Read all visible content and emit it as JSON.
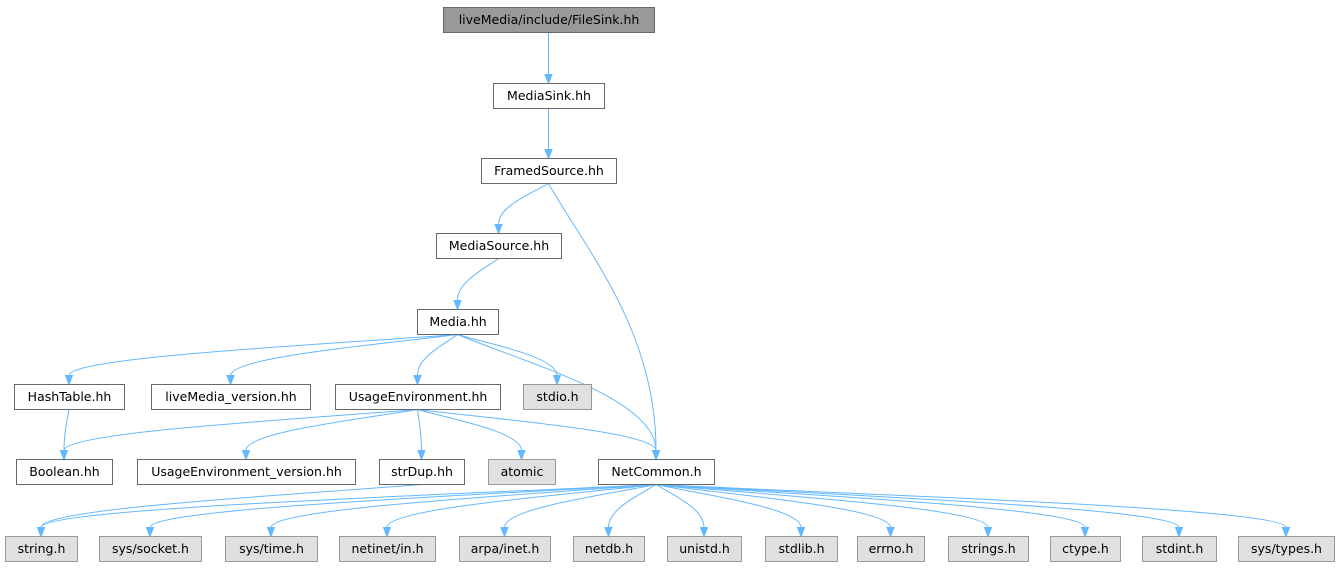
{
  "diagram": {
    "kind": "include-dependency-graph",
    "colors": {
      "edge": "#63b8ff",
      "root_fill": "#999999",
      "root_border": "#666666",
      "header_fill": "#ffffff",
      "header_border": "#666666",
      "system_fill": "#e0e0e0",
      "system_border": "#999999"
    },
    "nodes": [
      {
        "id": "filesink",
        "label": "liveMedia/include/FileSink.hh",
        "kind": "root"
      },
      {
        "id": "mediasink",
        "label": "MediaSink.hh",
        "kind": "header"
      },
      {
        "id": "framedsource",
        "label": "FramedSource.hh",
        "kind": "header"
      },
      {
        "id": "mediasource",
        "label": "MediaSource.hh",
        "kind": "header"
      },
      {
        "id": "media",
        "label": "Media.hh",
        "kind": "header"
      },
      {
        "id": "hashtable",
        "label": "HashTable.hh",
        "kind": "header"
      },
      {
        "id": "livemedia_version",
        "label": "liveMedia_version.hh",
        "kind": "header"
      },
      {
        "id": "usageenv",
        "label": "UsageEnvironment.hh",
        "kind": "header"
      },
      {
        "id": "stdio",
        "label": "stdio.h",
        "kind": "system"
      },
      {
        "id": "boolean",
        "label": "Boolean.hh",
        "kind": "header"
      },
      {
        "id": "usageenv_version",
        "label": "UsageEnvironment_version.hh",
        "kind": "header"
      },
      {
        "id": "strdup",
        "label": "strDup.hh",
        "kind": "header"
      },
      {
        "id": "atomic",
        "label": "atomic",
        "kind": "system"
      },
      {
        "id": "netcommon",
        "label": "NetCommon.h",
        "kind": "header"
      },
      {
        "id": "string",
        "label": "string.h",
        "kind": "system"
      },
      {
        "id": "syssocket",
        "label": "sys/socket.h",
        "kind": "system"
      },
      {
        "id": "systime",
        "label": "sys/time.h",
        "kind": "system"
      },
      {
        "id": "netinetin",
        "label": "netinet/in.h",
        "kind": "system"
      },
      {
        "id": "arpainet",
        "label": "arpa/inet.h",
        "kind": "system"
      },
      {
        "id": "netdb",
        "label": "netdb.h",
        "kind": "system"
      },
      {
        "id": "unistd",
        "label": "unistd.h",
        "kind": "system"
      },
      {
        "id": "stdlib",
        "label": "stdlib.h",
        "kind": "system"
      },
      {
        "id": "errno",
        "label": "errno.h",
        "kind": "system"
      },
      {
        "id": "strings",
        "label": "strings.h",
        "kind": "system"
      },
      {
        "id": "ctype",
        "label": "ctype.h",
        "kind": "system"
      },
      {
        "id": "stdint",
        "label": "stdint.h",
        "kind": "system"
      },
      {
        "id": "systypes",
        "label": "sys/types.h",
        "kind": "system"
      }
    ],
    "edges": [
      [
        "filesink",
        "mediasink"
      ],
      [
        "mediasink",
        "framedsource"
      ],
      [
        "framedsource",
        "mediasource"
      ],
      [
        "framedsource",
        "netcommon"
      ],
      [
        "mediasource",
        "media"
      ],
      [
        "media",
        "hashtable"
      ],
      [
        "media",
        "livemedia_version"
      ],
      [
        "media",
        "usageenv"
      ],
      [
        "media",
        "stdio"
      ],
      [
        "media",
        "netcommon"
      ],
      [
        "hashtable",
        "boolean"
      ],
      [
        "usageenv",
        "boolean"
      ],
      [
        "usageenv",
        "usageenv_version"
      ],
      [
        "usageenv",
        "strdup"
      ],
      [
        "usageenv",
        "atomic"
      ],
      [
        "usageenv",
        "netcommon"
      ],
      [
        "strdup",
        "string"
      ],
      [
        "netcommon",
        "string"
      ],
      [
        "netcommon",
        "syssocket"
      ],
      [
        "netcommon",
        "systime"
      ],
      [
        "netcommon",
        "netinetin"
      ],
      [
        "netcommon",
        "arpainet"
      ],
      [
        "netcommon",
        "netdb"
      ],
      [
        "netcommon",
        "unistd"
      ],
      [
        "netcommon",
        "stdlib"
      ],
      [
        "netcommon",
        "errno"
      ],
      [
        "netcommon",
        "strings"
      ],
      [
        "netcommon",
        "ctype"
      ],
      [
        "netcommon",
        "stdint"
      ],
      [
        "netcommon",
        "systypes"
      ]
    ]
  }
}
